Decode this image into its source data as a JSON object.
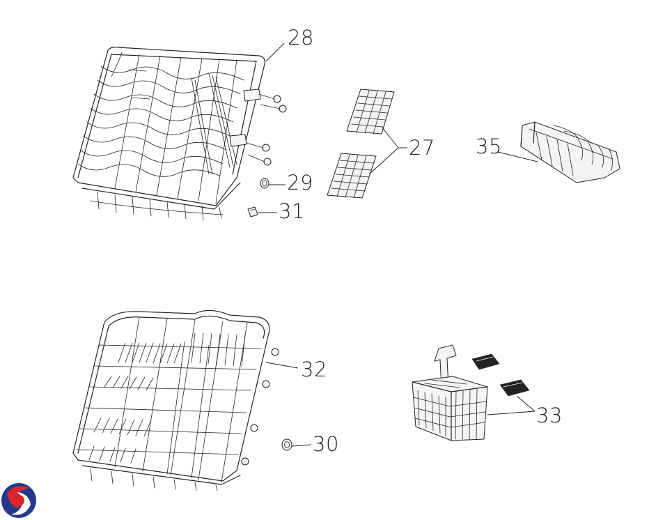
{
  "labels": {
    "upper_basket": "28",
    "cup_shelves": "27",
    "upper_wheel": "29",
    "upper_stopper": "31",
    "rack_insert": "35",
    "lower_basket": "32",
    "lower_wheel": "30",
    "cutlery_basket": "33"
  },
  "colors": {
    "line": "#222222",
    "logo_red": "#d9262c",
    "logo_blue": "#233a8c"
  },
  "logo": "brand-logo-icon"
}
